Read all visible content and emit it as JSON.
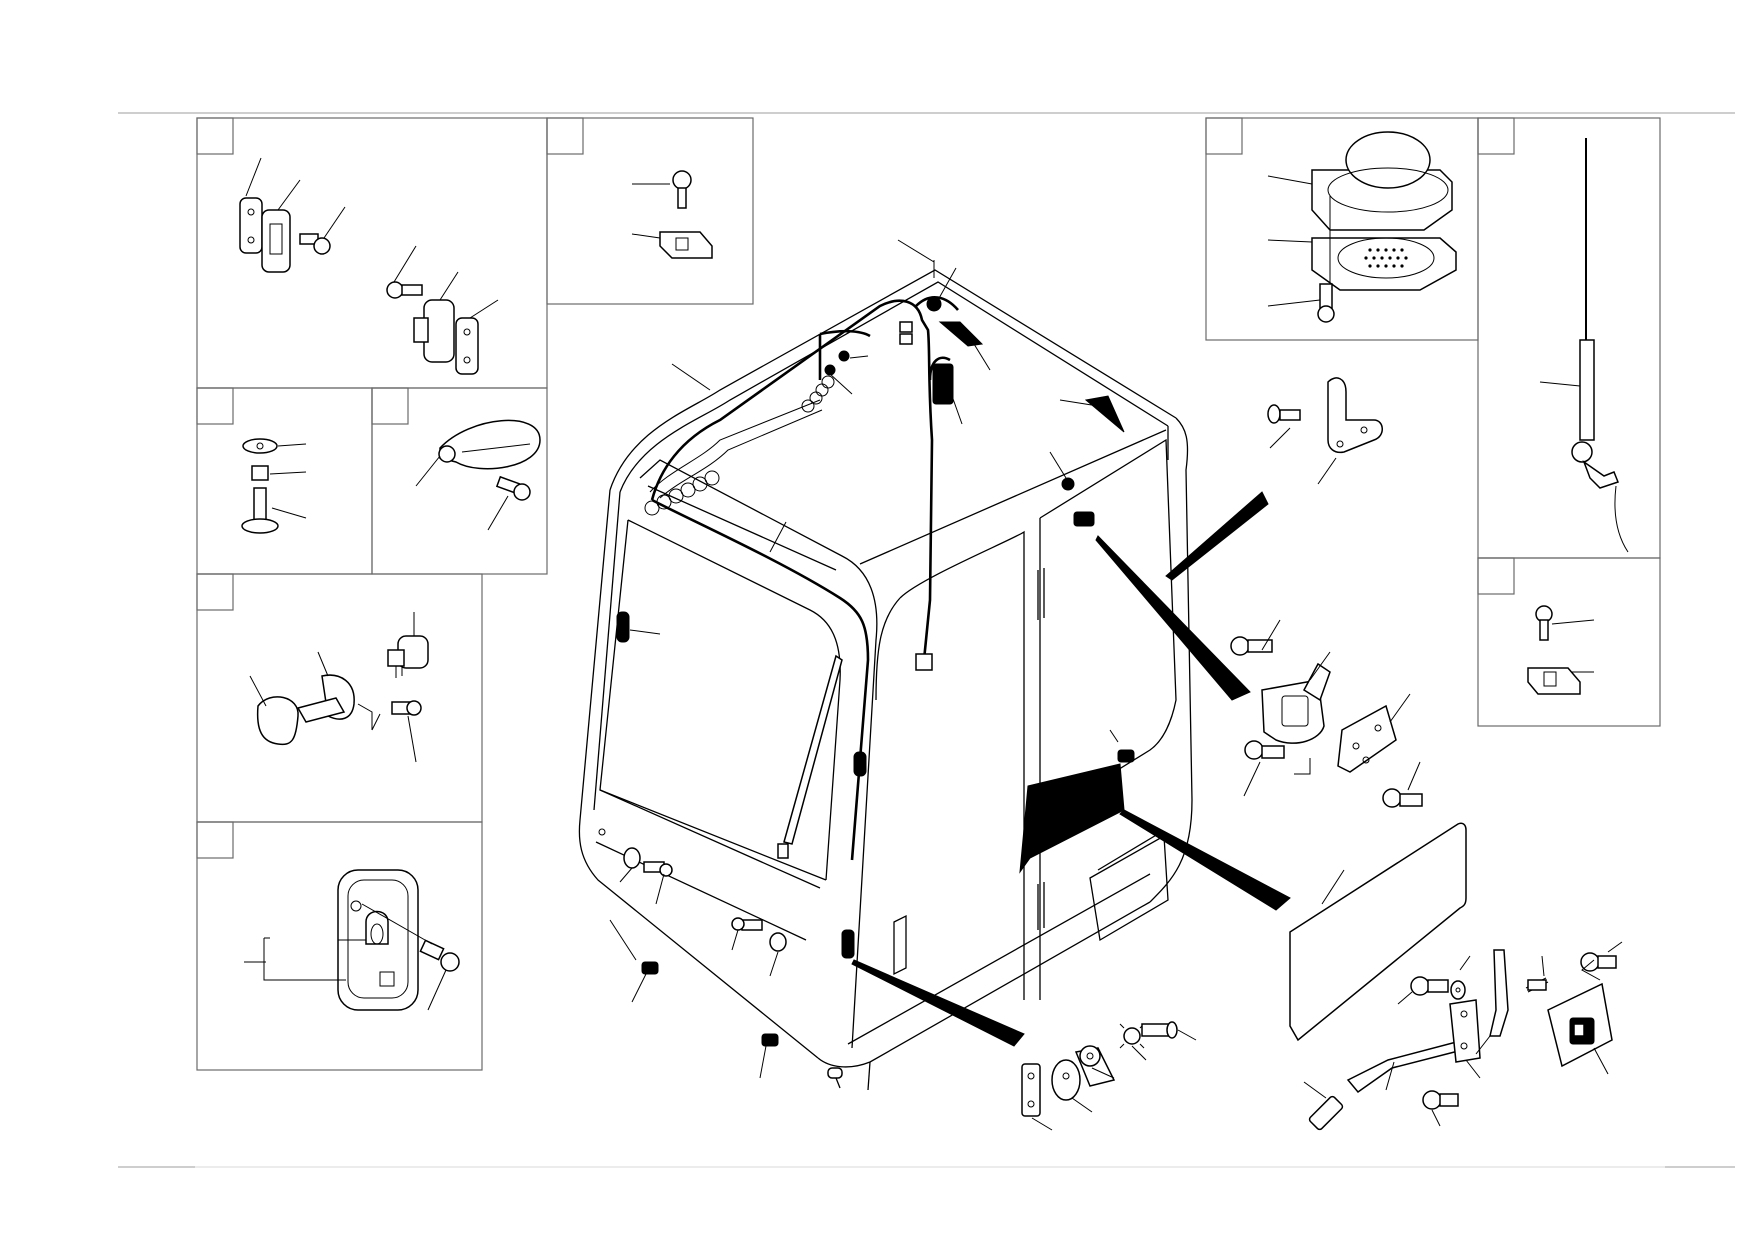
{
  "sheet": {
    "background": "#ffffff",
    "line_color": "#000000",
    "frame_color": "#6a6a6a",
    "rule_color": "#bdbdbd"
  },
  "detail_panels": [
    {
      "id": "door-stopper-brackets"
    },
    {
      "id": "clip-bolt"
    },
    {
      "id": "washer-nut-stud"
    },
    {
      "id": "hose-band-clamp"
    },
    {
      "id": "door-lock-switch"
    },
    {
      "id": "key-lock-cover"
    },
    {
      "id": "speaker-assembly"
    },
    {
      "id": "radio-antenna"
    },
    {
      "id": "antenna-clip"
    }
  ],
  "main_assembly": {
    "id": "operator-cab"
  }
}
